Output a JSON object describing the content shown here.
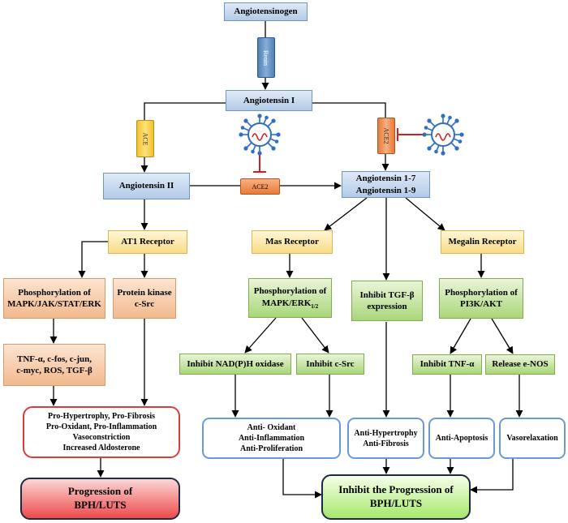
{
  "nodes": {
    "angiotensinogen": "Angiotensinogen",
    "renin": "Renin",
    "angiotensin1": "Angiotensin I",
    "ace": "ACE",
    "ace2_left": "ACE2",
    "ace2_mid": "ACE2",
    "angiotensin2": "Angiotensin II",
    "ang17_line1": "Angiotensin 1-7",
    "ang17_line2": "Angiotensin 1-9",
    "at1": "AT1 Receptor",
    "mas": "Mas Receptor",
    "megalin": "Megalin Receptor",
    "phos_mapk_line1": "Phosphorylation of",
    "phos_mapk_line2": "MAPK/JAK/STAT/ERK",
    "pkc_line1": "Protein kinase",
    "pkc_line2": "c-Src",
    "phos_erk_line1": "Phosphorylation of",
    "phos_erk_main": "MAPK/ERK",
    "phos_erk_sub": "1/2",
    "tgf_line1": "Inhibit TGF-β",
    "tgf_line2": "expression",
    "phos_pi3k_line1": "Phosphorylation of",
    "phos_pi3k_line2": "PI3K/AKT",
    "tnf_line1": "TNF-α, c-fos, c-jun,",
    "tnf_line2": "c-myc, ROS, TGF-β",
    "nadph": "Inhibit NAD(P)H oxidase",
    "csrc": "Inhibit c-Src",
    "inh_tnf": "Inhibit TNF-α",
    "enos": "Release e-NOS",
    "outcome_left_1": "Pro-Hypertrophy, Pro-Fibrosis",
    "outcome_left_2": "Pro-Oxidant, Pro-Inflammation",
    "outcome_left_3": "Vasoconstriction",
    "outcome_left_4": "Increased Aldosterone",
    "anti_ox_1": "Anti- Oxidant",
    "anti_ox_2": "Anti-Inflammation",
    "anti_ox_3": "Anti-Proliferation",
    "anti_hyp_1": "Anti-Hypertrophy",
    "anti_hyp_2": "Anti-Fibrosis",
    "anti_apop": "Anti-Apoptosis",
    "vasorelax": "Vasorelaxation",
    "prog_1": "Progression of",
    "prog_2": "BPH/LUTS",
    "inhibit_1": "Inhibit the Progression of",
    "inhibit_2": "BPH/LUTS"
  },
  "colors": {
    "virus": "#2f6fbf",
    "virus_rna": "#d11e1e",
    "inhibit_line": "#d11e1e",
    "arrow": "#000000"
  },
  "icons": [
    "coronavirus-icon",
    "coronavirus-icon"
  ]
}
